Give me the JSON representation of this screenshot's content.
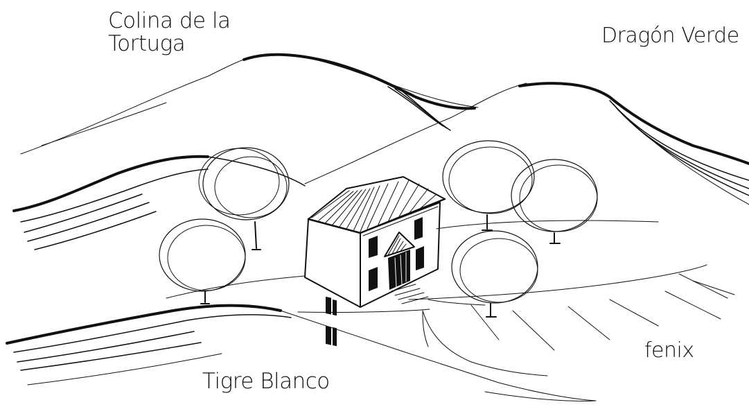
{
  "labels": {
    "turtle_hill_line1": "Colina de la",
    "turtle_hill_line2": "Tortuga",
    "green_dragon": "Dragón Verde",
    "white_tiger": "Tigre Blanco",
    "phoenix": "fenix"
  }
}
